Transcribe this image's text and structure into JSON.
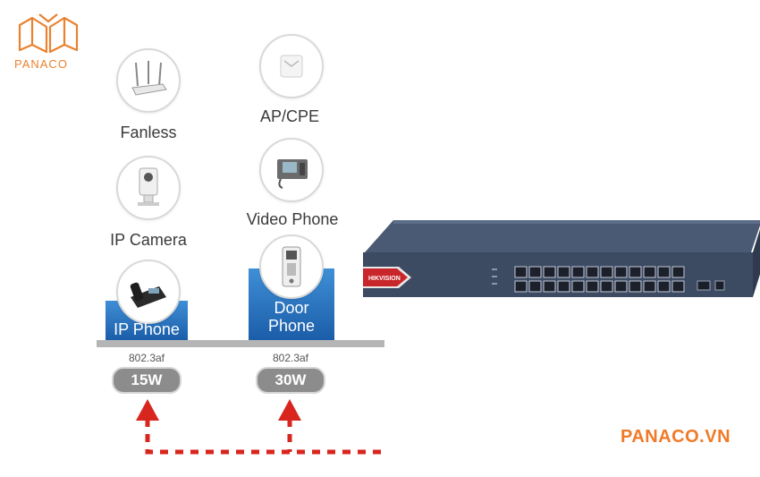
{
  "logo": {
    "text": "PANACO"
  },
  "website": "PANACO.VN",
  "devices": {
    "fanless": "Fanless",
    "ap_cpe": "AP/CPE",
    "ip_camera": "IP Camera",
    "video_phone": "Video Phone",
    "ip_phone": "IP Phone",
    "door_phone_line1": "Door",
    "door_phone_line2": "Phone"
  },
  "power": {
    "left": {
      "standard": "802.3af",
      "watts": "15W"
    },
    "right": {
      "standard": "802.3af",
      "watts": "30W"
    }
  },
  "switch": {
    "brand": "HIKVISION"
  },
  "colors": {
    "accent": "#f07a28",
    "arrow": "#d8261f",
    "blue": "#2a73c4",
    "pill": "#8c8c8c"
  }
}
